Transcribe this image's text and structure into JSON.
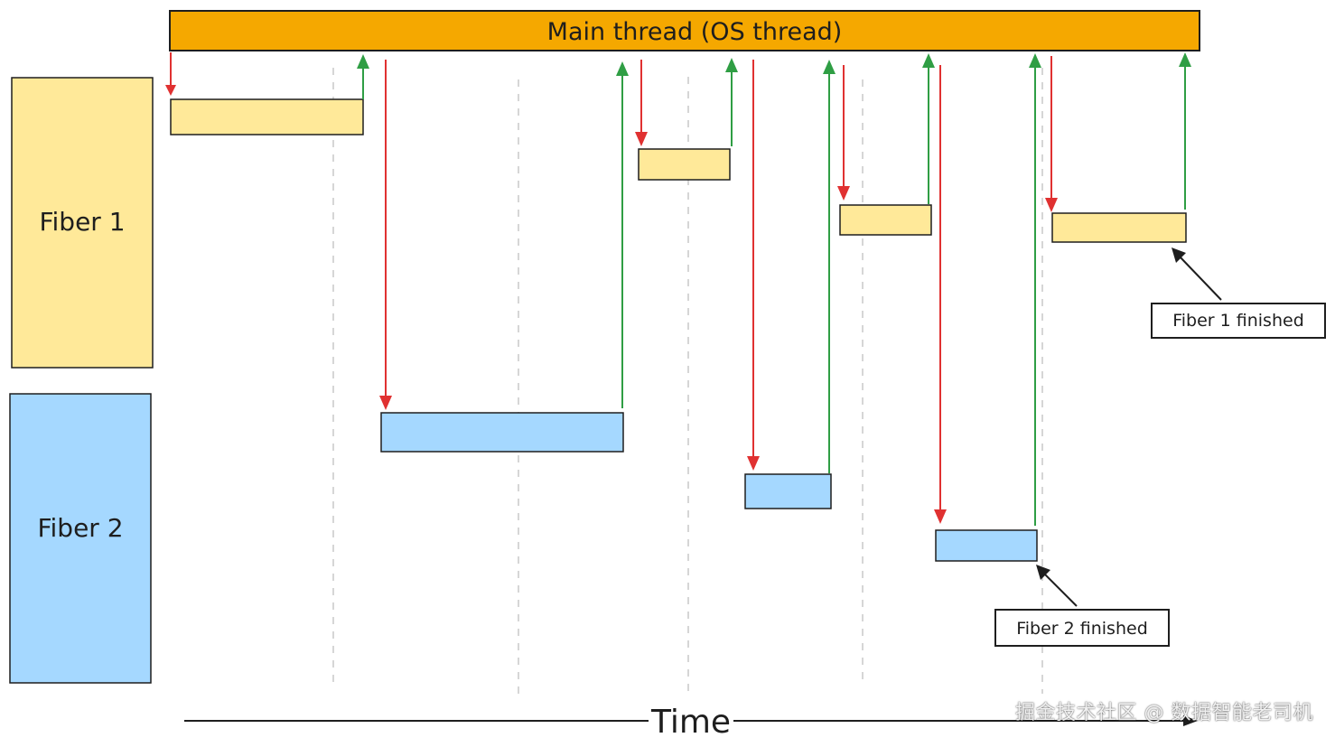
{
  "main_thread": {
    "label": "Main thread (OS thread)",
    "color": "#f5a800"
  },
  "lanes": [
    {
      "label": "Fiber 1",
      "color": "#ffe999"
    },
    {
      "label": "Fiber 2",
      "color": "#a5d8ff"
    }
  ],
  "time_axis": {
    "label": "Time"
  },
  "annotations": [
    {
      "label": "Fiber 1 finished"
    },
    {
      "label": "Fiber 2 finished"
    }
  ],
  "colors": {
    "switch_in": "#e03131",
    "switch_out": "#2f9e44",
    "stroke": "#1e1e1e",
    "dashed": "#c8c8c8"
  },
  "watermark": "掘金技术社区 @ 数据智能老司机"
}
